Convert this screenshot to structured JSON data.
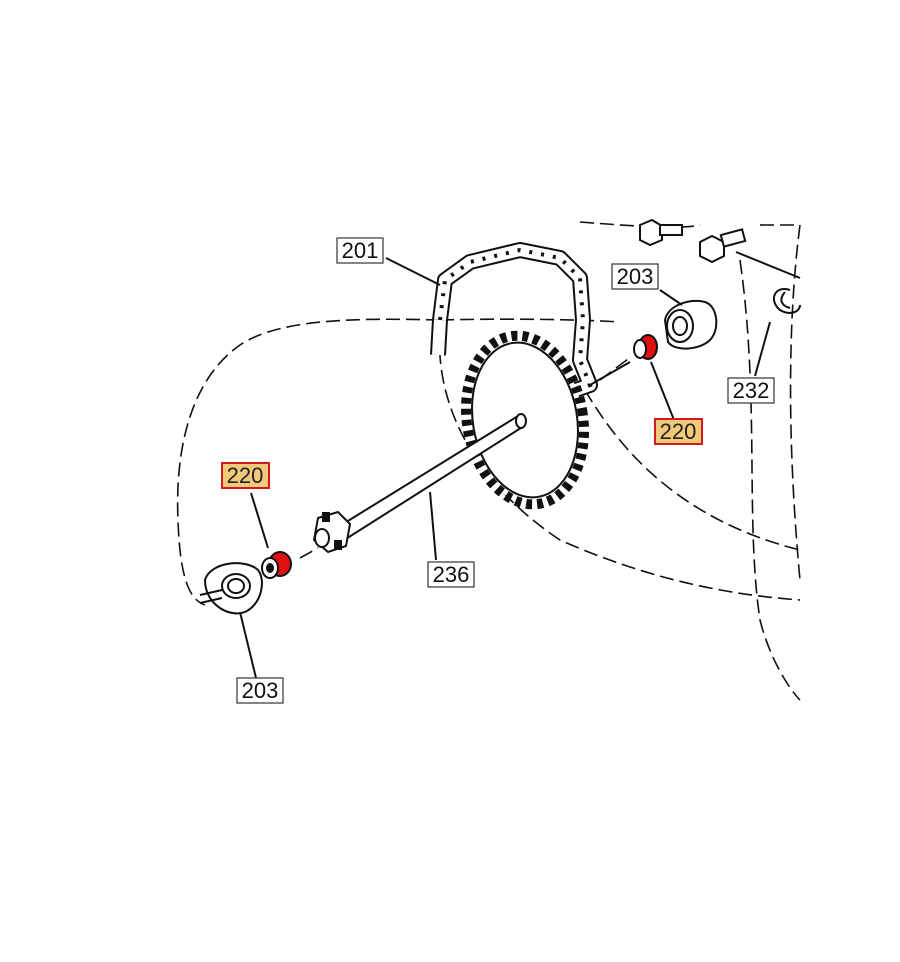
{
  "callouts": [
    {
      "id": "chain",
      "label": "201",
      "highlight": false
    },
    {
      "id": "bearing-right",
      "label": "203",
      "highlight": false
    },
    {
      "id": "bearing-left",
      "label": "203",
      "highlight": false
    },
    {
      "id": "retaining-ring",
      "label": "232",
      "highlight": false
    },
    {
      "id": "shaft",
      "label": "236",
      "highlight": false
    },
    {
      "id": "bushing-right",
      "label": "220",
      "highlight": true
    },
    {
      "id": "bushing-left",
      "label": "220",
      "highlight": true
    }
  ],
  "colors": {
    "highlight_fill": "#f2c97a",
    "highlight_border": "#d11a1a",
    "bushing_red": "#e01010",
    "line": "#111111",
    "label_border": "#333333"
  }
}
